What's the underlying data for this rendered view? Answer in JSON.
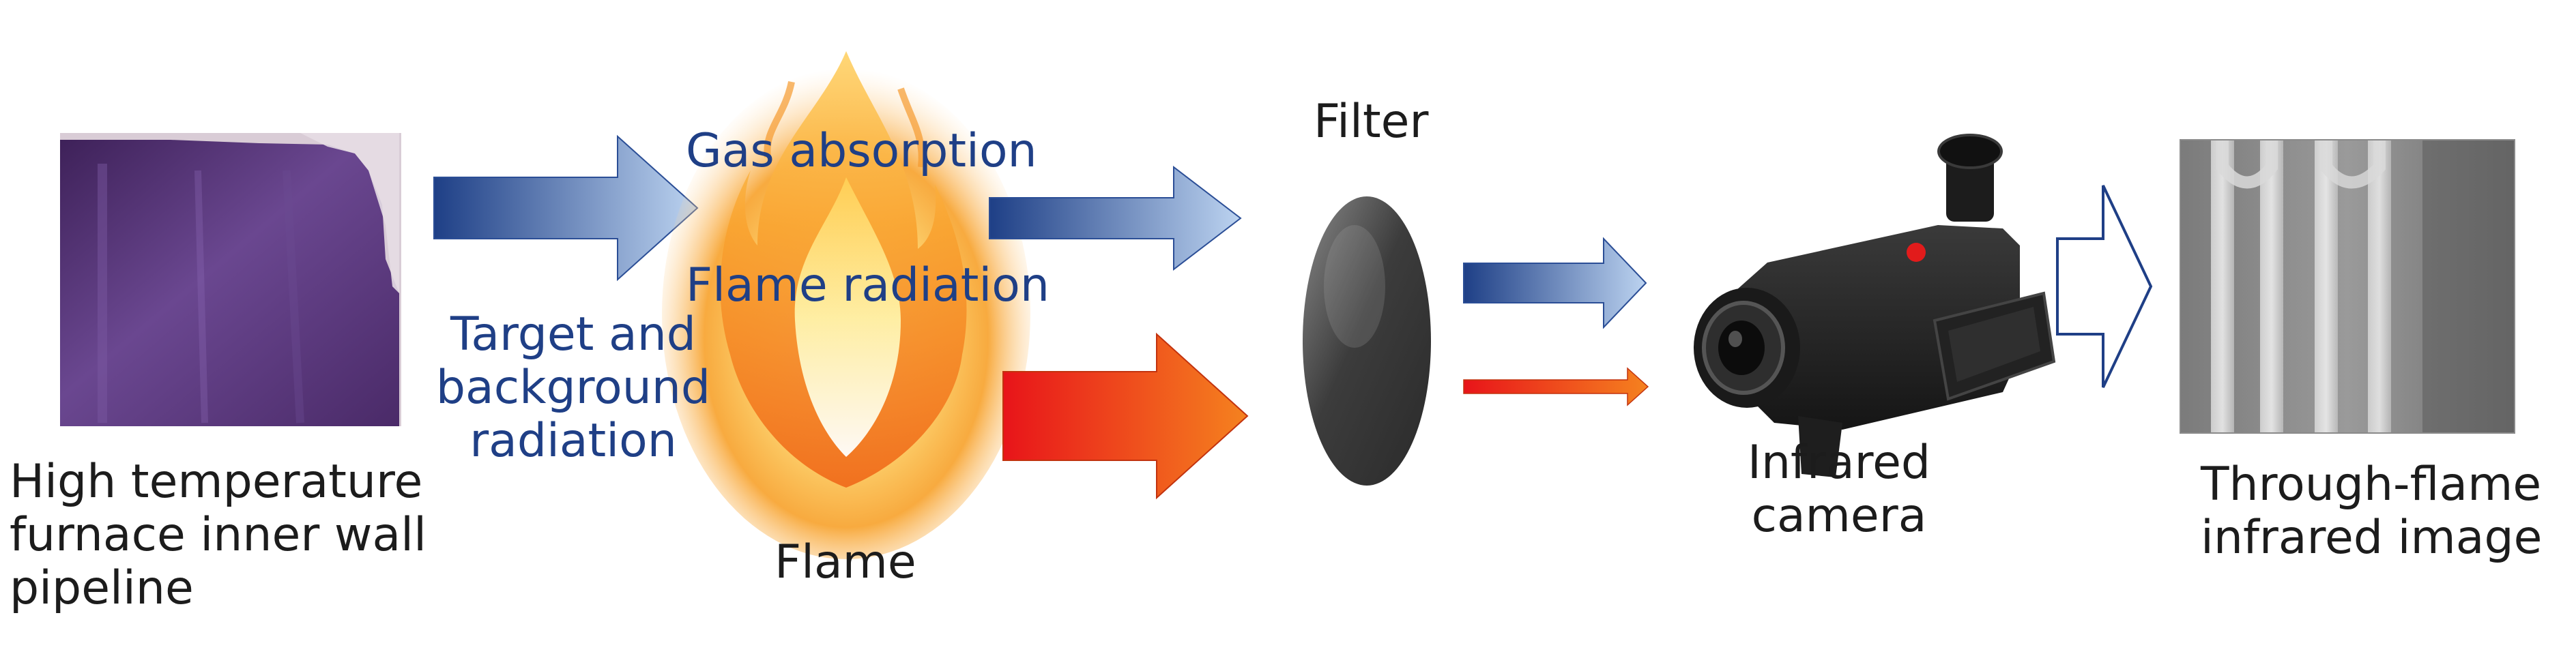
{
  "labels": {
    "furnace_caption": [
      "High temperature",
      "furnace inner wall",
      "pipeline"
    ],
    "target_background": [
      "Target and",
      "background",
      "radiation"
    ],
    "gas_absorption": "Gas absorption",
    "flame_radiation": "Flame radiation",
    "flame": "Flame",
    "filter": "Filter",
    "camera_caption": [
      "Infrared",
      "camera"
    ],
    "output_caption": [
      "Through-flame",
      "infrared image"
    ]
  },
  "colors": {
    "blue_arrow_dark": "#1e3f86",
    "blue_arrow_light": "#bcd3f0",
    "red_arrow_start": "#e8141a",
    "red_arrow_end": "#f5821f",
    "blue_text": "#1f3f86",
    "furnace_purple": "#5b3a7e",
    "filter_gray": "#5a5a5a"
  },
  "icons": {
    "furnace_image": "furnace-wall-photo",
    "flame_image": "fire-illustration",
    "filter_image": "optical-filter-disc",
    "camera_image": "infrared-camera",
    "output_image": "infrared-image-pipes",
    "process_arrow": "outline-arrow-icon"
  }
}
